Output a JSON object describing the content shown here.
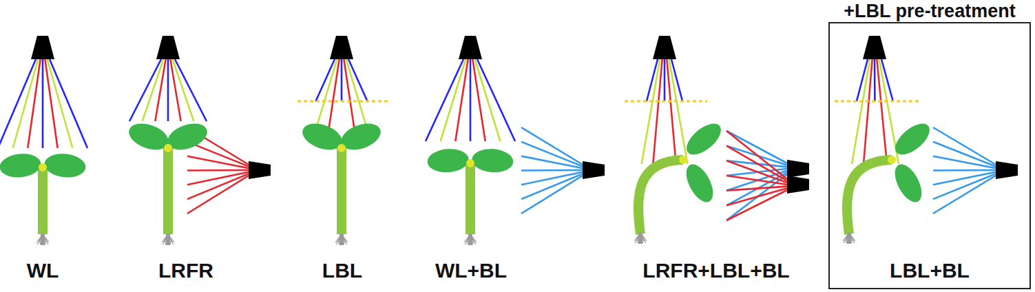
{
  "diagram": {
    "nodes": [
      {
        "text": [
          "+LBL pre-treatment",
          "LBL+BL"
        ]
      }
    ],
    "labels": [
      "WL",
      "LRFR",
      "LBL",
      "WL+BL",
      "LRFR+LBL+BL"
    ]
  }
}
